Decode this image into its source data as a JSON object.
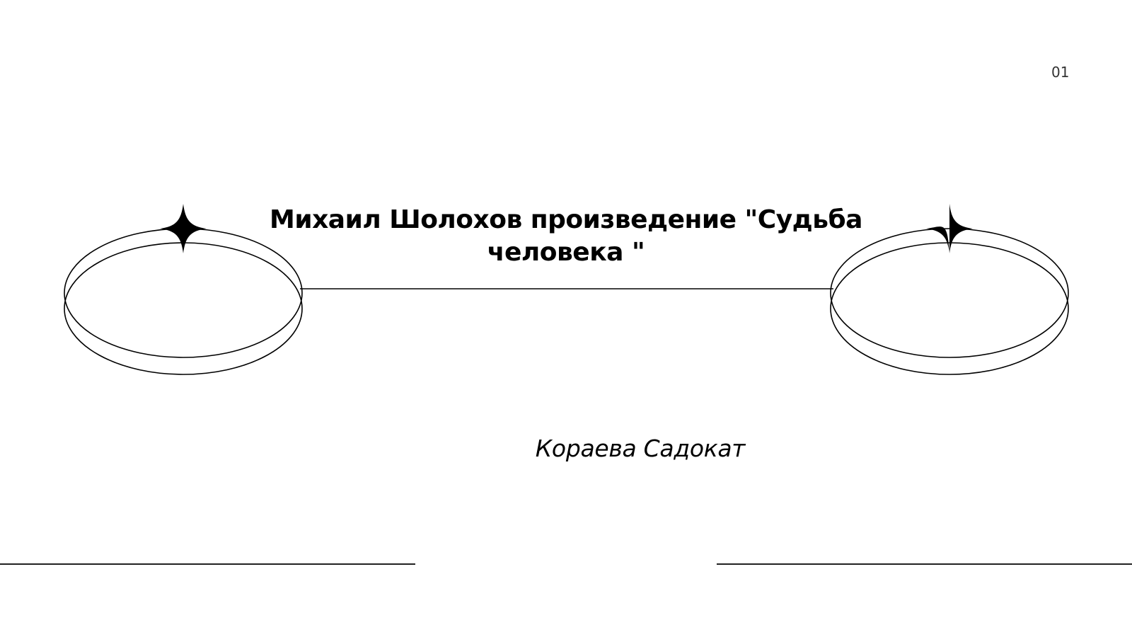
{
  "slide": {
    "page_number": "01",
    "title": "Михаил Шолохов произведение \"Судьба человека \"",
    "author": "Кораева Садокат"
  },
  "colors": {
    "background": "#ffffff",
    "ink": "#000000",
    "page_number": "#333333"
  },
  "decorations": {
    "left_ring_icon": "double-ellipse-ring-with-sparkle",
    "right_ring_icon": "double-ellipse-ring-with-sparkle",
    "connector": "horizontal-line",
    "footer_lines": "two-horizontal-lines"
  }
}
